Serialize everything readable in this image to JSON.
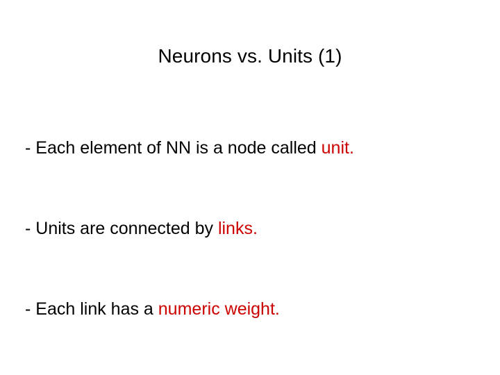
{
  "slide": {
    "background_color": "#ffffff",
    "title": "Neurons vs. Units (1)",
    "text_color": "#000000",
    "highlight_color": "#cc0000",
    "bullets": [
      {
        "marker": "-",
        "lead": "Each element of NN is a node called",
        "highlight": "unit."
      },
      {
        "marker": "-",
        "lead": "Units are connected by",
        "highlight": "links."
      },
      {
        "marker": "-",
        "lead": "Each link has a",
        "highlight": "numeric weight."
      }
    ]
  }
}
